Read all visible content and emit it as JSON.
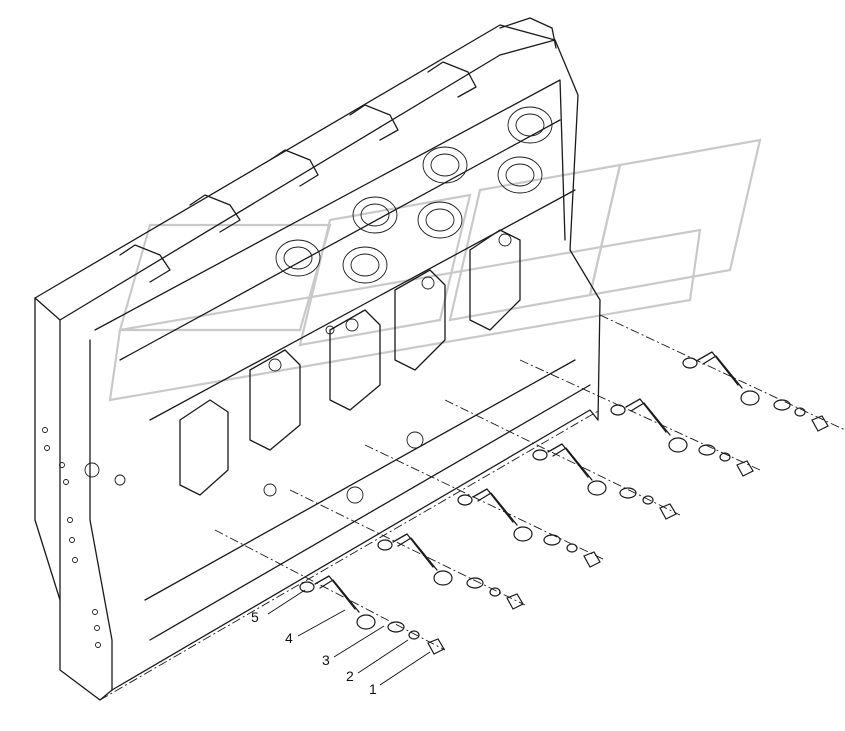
{
  "diagram": {
    "callouts": [
      {
        "label": "5"
      },
      {
        "label": "4"
      },
      {
        "label": "3"
      },
      {
        "label": "2"
      },
      {
        "label": "1"
      }
    ]
  }
}
